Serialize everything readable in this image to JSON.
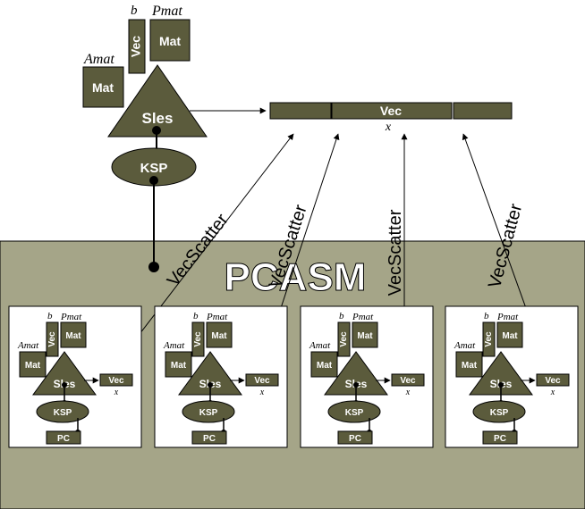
{
  "colors": {
    "block_fill": "#5b5b3c",
    "panel_fill": "#a5a588",
    "text_on_block": "#ffffff",
    "line": "#000000",
    "sub_panel": "#ffffff"
  },
  "top": {
    "label_b": "b",
    "label_pmat": "Pmat",
    "label_amat": "Amat",
    "vec_block": "Vec",
    "mat_block_top": "Mat",
    "mat_block_left": "Mat",
    "sles": "Sles",
    "ksp": "KSP"
  },
  "global_vec": {
    "label": "Vec",
    "x_label": "x"
  },
  "panel": {
    "title": "PCASM"
  },
  "scatter_label": "VecScatter",
  "sub": {
    "label_b": "b",
    "label_pmat": "Pmat",
    "label_amat": "Amat",
    "vec_block": "Vec",
    "mat_block": "Mat",
    "sles": "Sles",
    "ksp": "KSP",
    "pc": "PC",
    "vec_out": "Vec",
    "x_label": "x"
  }
}
